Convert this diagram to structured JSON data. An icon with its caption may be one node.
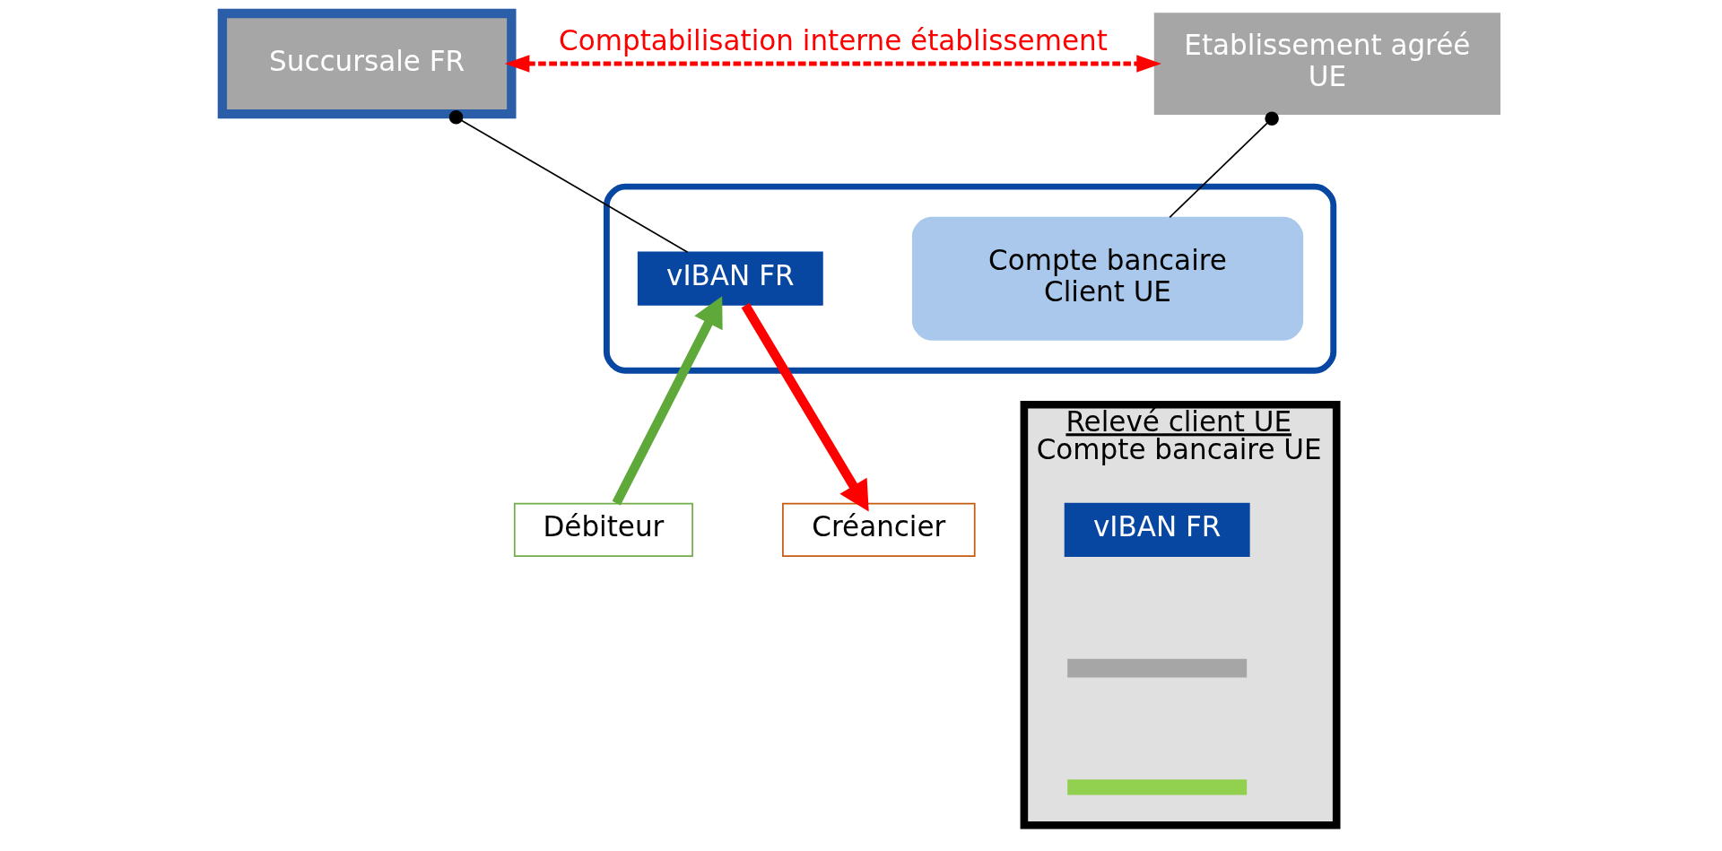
{
  "diagram": {
    "nodes": [
      {
        "text": [
          "Succursale FR"
        ]
      },
      {
        "text": [
          "Etablissement agréé UE"
        ]
      },
      {
        "text": [],
        "shape": "box"
      },
      {
        "text": [
          "vIBAN FR"
        ],
        "in": 2
      },
      {
        "text": [
          "Compte bancaire Client UE"
        ],
        "in": 2
      },
      {
        "text": [
          "Débiteur"
        ]
      },
      {
        "text": [
          "Créancier"
        ]
      },
      {
        "text": [
          "Relevé client UE",
          "Compte bancaire UE"
        ]
      },
      {
        "text": [
          "vIBAN FR"
        ],
        "in": 7
      },
      {
        "text": [],
        "shape": "bar",
        "in": 7
      },
      {
        "text": [],
        "shape": "bar",
        "in": 7
      }
    ],
    "edges": [
      {
        "from": 0,
        "to": 1,
        "arrow": "both",
        "label": "Comptabilisation interne établissement",
        "style": "dashed",
        "color": "#ff0000"
      },
      {
        "from": 0,
        "to": 3,
        "arrow": "other",
        "color": "#000000"
      },
      {
        "from": 1,
        "to": 4,
        "arrow": "other",
        "color": "#000000"
      },
      {
        "from": 5,
        "to": 3,
        "arrow": "to",
        "style": "thick",
        "color": "#5fa83a"
      },
      {
        "from": 3,
        "to": 6,
        "arrow": "to",
        "style": "thick",
        "color": "#ff0000"
      }
    ]
  }
}
